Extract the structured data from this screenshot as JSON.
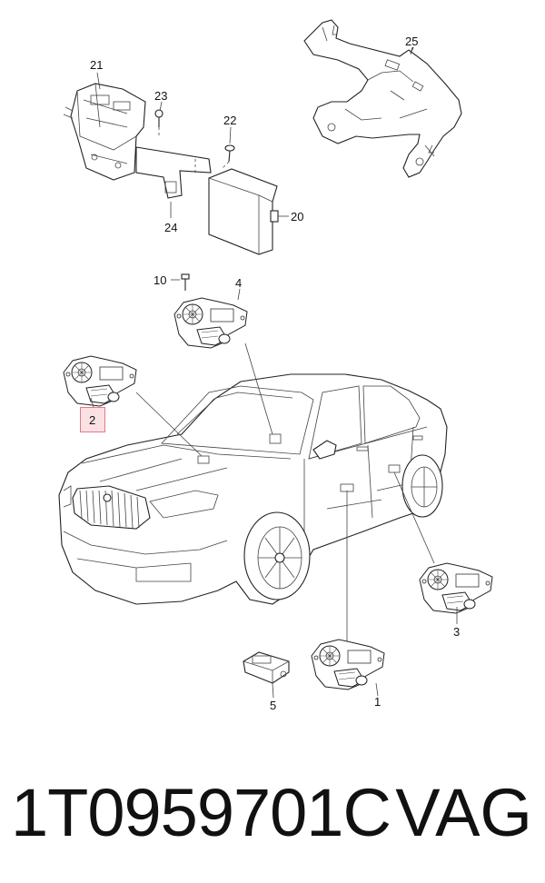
{
  "callouts": {
    "c1": "1",
    "c2": "2",
    "c3": "3",
    "c4": "4",
    "c5": "5",
    "c10": "10",
    "c20": "20",
    "c21": "21",
    "c22": "22",
    "c23": "23",
    "c24": "24",
    "c25": "25"
  },
  "footer": {
    "part_number": "1T0959701C",
    "brand": "VAG"
  },
  "colors": {
    "highlight_fill": "#fbe1e4",
    "highlight_border": "#e27a88",
    "line": "#222222"
  }
}
